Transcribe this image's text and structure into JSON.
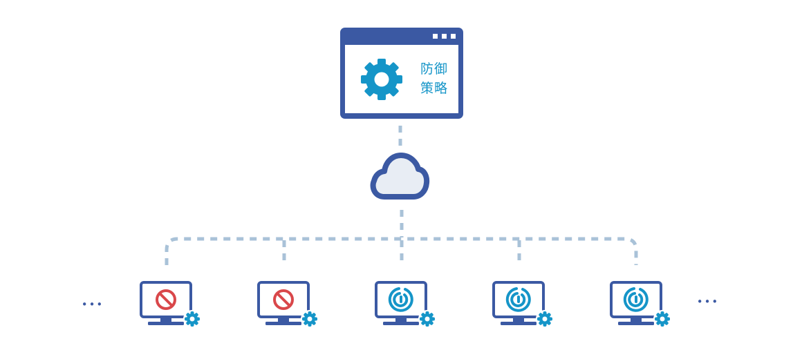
{
  "policy_window": {
    "label_line1": "防御",
    "label_line2": "策略",
    "icon": "gear-icon"
  },
  "cloud": {
    "icon": "cloud-icon"
  },
  "computers": [
    {
      "status": "blocked",
      "icon": "blocked-icon"
    },
    {
      "status": "blocked",
      "icon": "blocked-icon"
    },
    {
      "status": "protected",
      "icon": "shield-radar-icon"
    },
    {
      "status": "protected",
      "icon": "shield-radar-icon"
    },
    {
      "status": "protected",
      "icon": "shield-radar-icon"
    }
  ],
  "ellipsis": {
    "left": "•••",
    "right": "•••"
  },
  "colors": {
    "primary": "#3b59a3",
    "accent": "#1595c8",
    "blocked": "#d9474a",
    "connector": "#a9c2d8",
    "cloud_fill": "#e8edf4",
    "window_bg": "#ffffff"
  }
}
